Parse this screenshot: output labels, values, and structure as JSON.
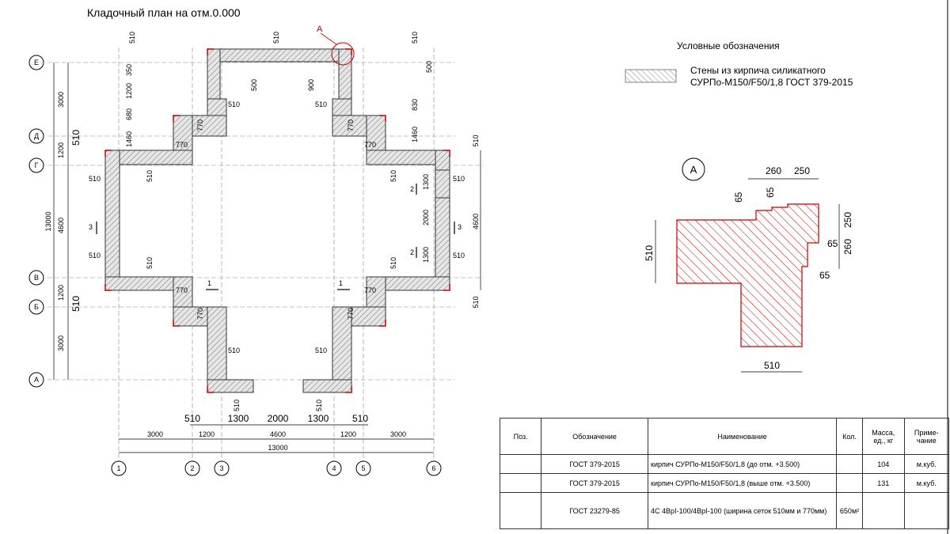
{
  "plan": {
    "title": "Кладочный план на отм.0.000",
    "axes_h": [
      "Е",
      "Д",
      "Г",
      "В",
      "Б",
      "А"
    ],
    "axes_v": [
      "1",
      "2",
      "3",
      "4",
      "5",
      "6"
    ],
    "bottom_dims_row1": [
      "510",
      "1300",
      "2000",
      "1300",
      "510"
    ],
    "bottom_dims_row2": [
      "3000",
      "1200",
      "4600",
      "1200",
      "3000"
    ],
    "bottom_total": "13000",
    "left_dims": [
      "3000",
      "1200",
      "4600",
      "1200",
      "3000"
    ],
    "left_total": "13000",
    "left_big": [
      "510",
      "510"
    ],
    "right_dims": [
      "510",
      "4600",
      "510"
    ],
    "wall_labels": {
      "w510": "510",
      "w770": "770",
      "w1460": "1460",
      "w1200": "1200",
      "w350": "350",
      "w680": "680",
      "w500": "500",
      "w900": "900",
      "w830": "830",
      "w1300": "1300",
      "w2000": "2000"
    },
    "section_marks": [
      "1",
      "1",
      "2",
      "2",
      "3",
      "3"
    ],
    "callout": "А"
  },
  "legend": {
    "title": "Условные обозначения",
    "line1": "Стены из кирпича силикатного",
    "line2": "СУРПо-М150/F50/1,8 ГОСТ 379-2015"
  },
  "detail": {
    "marker": "А",
    "dims": [
      "260",
      "250",
      "65",
      "65",
      "250",
      "65",
      "260",
      "65",
      "510",
      "510"
    ]
  },
  "spec": {
    "headers": [
      "Поз.",
      "Обозначение",
      "Наименование",
      "Кол.",
      "Масса, ед., кг",
      "Приме- чание"
    ],
    "rows": [
      [
        "",
        "ГОСТ 379-2015",
        "кирпич СУРПо-М150/F50/1,8 (до отм. +3.500)",
        "",
        "104",
        "м.куб."
      ],
      [
        "",
        "ГОСТ 379-2015",
        "кирпич СУРПо-М150/F50/1,8 (выше отм. +3.500)",
        "",
        "131",
        "м.куб."
      ],
      [
        "",
        "ГОСТ 23279-85",
        "4С  4ВрI-100/4ВрI-100 (ширина сеток 510мм и 770мм)",
        "650м²",
        "",
        ""
      ]
    ]
  },
  "colors": {
    "accent_red": "#c00000",
    "hatch": "#555555"
  }
}
